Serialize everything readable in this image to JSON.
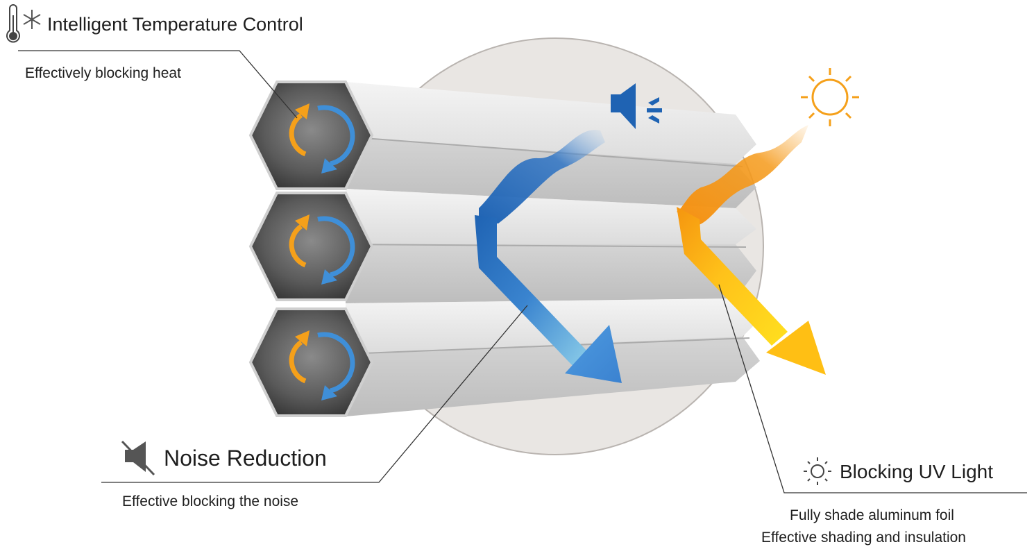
{
  "features": {
    "temperature": {
      "title": "Intelligent Temperature Control",
      "subtitle": "Effectively blocking heat",
      "icons": [
        "thermometer-icon",
        "snowflake-icon"
      ]
    },
    "noise": {
      "title": "Noise Reduction",
      "subtitle": "Effective blocking the noise",
      "icon": "muted-speaker-icon"
    },
    "uv": {
      "title": "Blocking UV Light",
      "subtitle_line1": "Fully shade aluminum foil",
      "subtitle_line2": "Effective shading and insulation",
      "icon": "sun-icon"
    }
  },
  "illustration": {
    "cells": [
      "honeycomb-cell-top",
      "honeycomb-cell-middle",
      "honeycomb-cell-bottom"
    ],
    "arrows": [
      "sound-wave-arrow",
      "sunlight-arrow"
    ],
    "icons": [
      "speaker-icon",
      "sun-icon"
    ]
  },
  "colors": {
    "circle_bg": "#e8e5e2",
    "hex_dark": "#4a4a4a",
    "hex_light": "#c9c9c9",
    "orange": "#f5a01a",
    "blue": "#3f8fd8",
    "sound_dark": "#1f63b3",
    "sound_light": "#7cc3e6",
    "sun_yellow": "#ffd21a"
  }
}
